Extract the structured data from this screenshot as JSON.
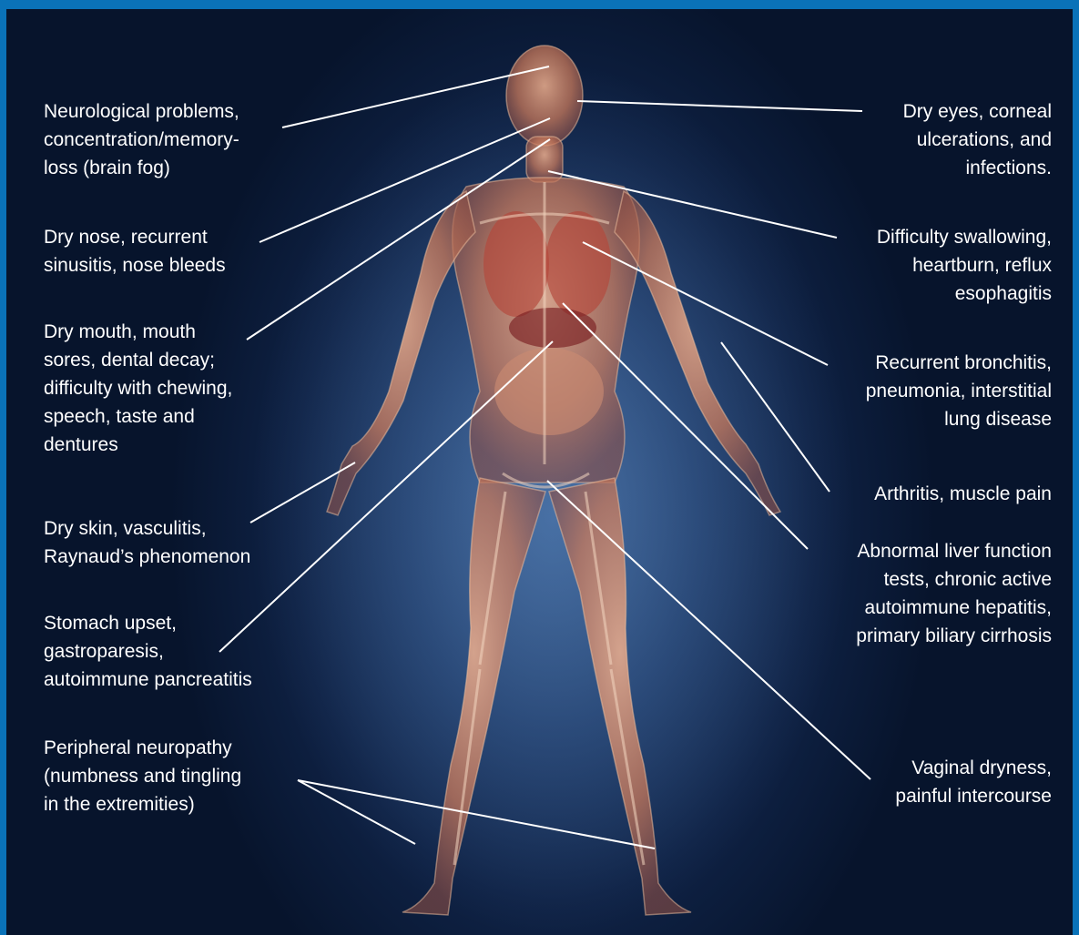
{
  "colors": {
    "border": "#0a72b8",
    "background_center": "#3a5f8f",
    "background_edge": "#07142c",
    "text": "#ffffff",
    "body_skin": "#d98a68",
    "organs": "#b4463a"
  },
  "image": {
    "subject": "human-body-anatomy"
  },
  "labels_left": [
    {
      "id": "neurological",
      "text": "Neurological problems,\nconcentration/memory-\nloss (brain fog)"
    },
    {
      "id": "nose",
      "text": "Dry nose, recurrent\nsinusitis, nose bleeds"
    },
    {
      "id": "mouth",
      "text": "Dry mouth, mouth\nsores, dental decay;\ndifficulty with chewing,\nspeech, taste and\ndentures"
    },
    {
      "id": "skin",
      "text": "Dry skin, vasculitis,\nRaynaud’s phenomenon"
    },
    {
      "id": "stomach",
      "text": "Stomach upset,\ngastroparesis,\nautoimmune pancreatitis"
    },
    {
      "id": "neuropathy",
      "text": "Peripheral neuropathy\n(numbness and tingling\nin the extremities)"
    }
  ],
  "labels_right": [
    {
      "id": "eyes",
      "text": "Dry eyes, corneal\nulcerations, and\ninfections."
    },
    {
      "id": "swallowing",
      "text": "Difficulty swallowing,\nheartburn, reflux\nesophagitis"
    },
    {
      "id": "bronchitis",
      "text": "Recurrent bronchitis,\npneumonia, interstitial\nlung disease"
    },
    {
      "id": "arthritis",
      "text": "Arthritis, muscle pain"
    },
    {
      "id": "liver",
      "text": "Abnormal liver function\ntests, chronic active\nautoimmune hepatitis,\nprimary biliary cirrhosis"
    },
    {
      "id": "vaginal",
      "text": "Vaginal dryness,\npainful intercourse"
    }
  ]
}
